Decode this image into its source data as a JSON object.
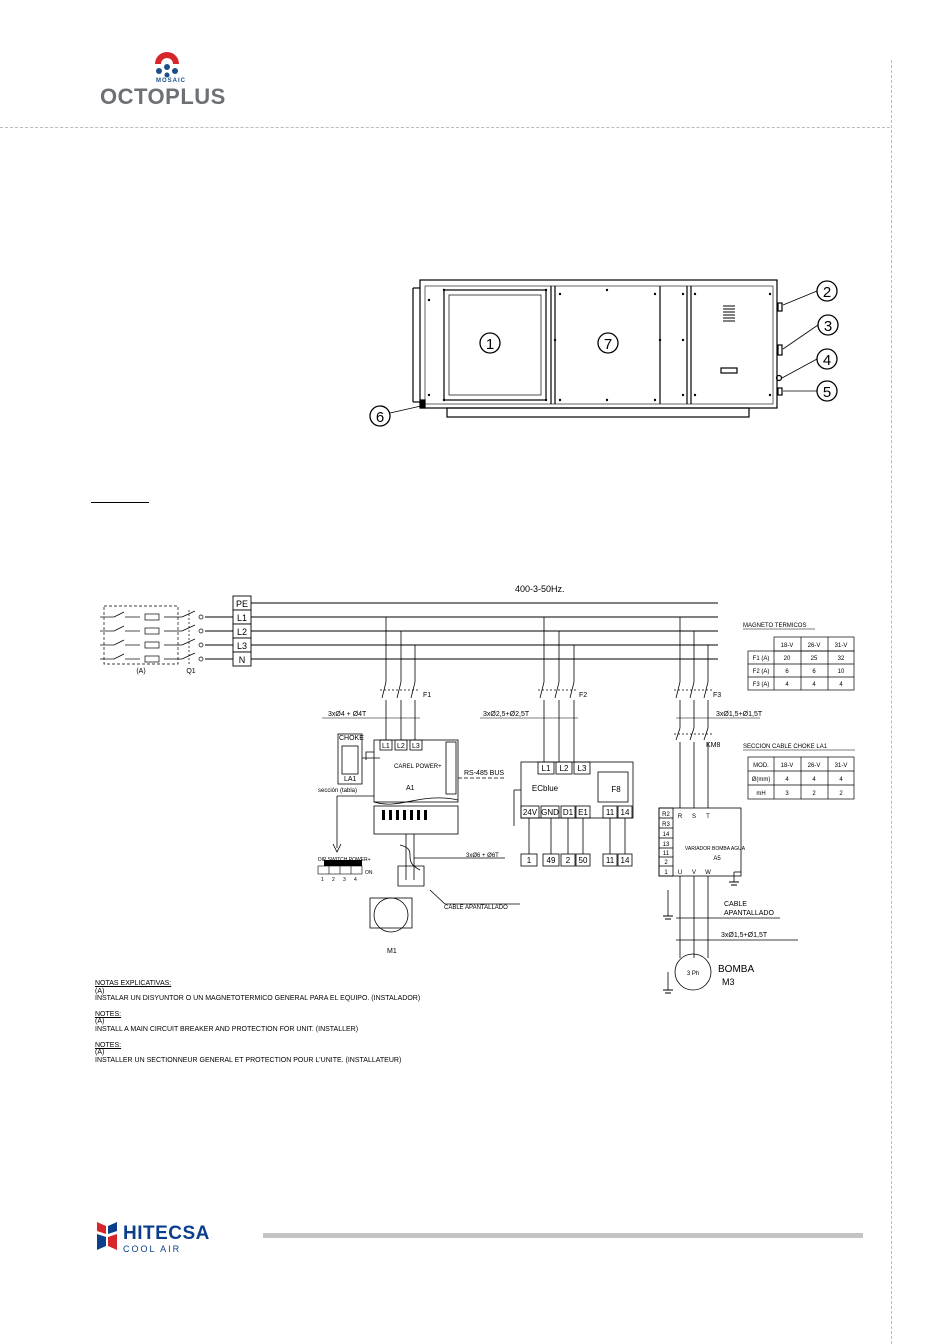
{
  "header": {
    "brand_small": "MOSAIC",
    "brand_main": "OCTOPLUS"
  },
  "unit_callouts": [
    "1",
    "7",
    "2",
    "3",
    "4",
    "5",
    "6"
  ],
  "schematic": {
    "supply": "400-3-50Hz.",
    "bus_terminals": [
      "PE",
      "L1",
      "L2",
      "L3",
      "N"
    ],
    "breaker_group_label": "(A)",
    "main_switch_label": "Q1",
    "fuses": [
      "F1",
      "F2",
      "F3"
    ],
    "cable_f1": "3xØ4 + Ø4T",
    "cable_f2": "3xØ2,5+Ø2,5T",
    "cable_f3": "3xØ1,5+Ø1,5T",
    "choke_label": "CHOKE",
    "la1_label": "LA1",
    "choke_section": "sección (tabla)",
    "drive_terminals": [
      "L1",
      "L2",
      "L3"
    ],
    "drive_name": "CAREL POWER+",
    "drive_tag": "A1",
    "rs485": "RS-485 BUS",
    "dip_label": "DIP SWITCH POWER+",
    "dip_numbers": [
      "1",
      "2",
      "3",
      "4"
    ],
    "dip_on": "ON",
    "motor_cable": "3xØ6 + Ø6T",
    "shielded_cable": "CABLE APANTALLADO",
    "motor1": "M1",
    "ecblue_top": [
      "L1",
      "L2",
      "L3"
    ],
    "ecblue_name": "ECblue",
    "ecblue_fuse": "F8",
    "ecblue_terms": [
      "24V",
      "GND",
      "D1",
      "E1",
      "11",
      "14"
    ],
    "ecblue_bottom": [
      "1",
      "49",
      "2",
      "50",
      "11",
      "14"
    ],
    "contactor": "KM8",
    "pump_side_terms": [
      "R2",
      "R3",
      "14",
      "13",
      "11",
      "2",
      "1"
    ],
    "pump_top": [
      "R",
      "S",
      "T"
    ],
    "pump_bottom": [
      "U",
      "V",
      "W"
    ],
    "pump_text": "VARIADOR BOMBA AGUA",
    "pump_tag": "A5",
    "shielded_cable_2_line1": "CABLE",
    "shielded_cable_2_line2": "APANTALLADO",
    "pump_cable": "3xØ1,5+Ø1,5T",
    "pump_motor_text": "3 Ph",
    "pump_name": "BOMBA",
    "pump_motor": "M3",
    "breaker_table": {
      "title": "MAGNETO TERMICOS",
      "columns": [
        "18-V",
        "26-V",
        "31-V"
      ],
      "rows": [
        {
          "label": "F1 (A)",
          "values": [
            "20",
            "25",
            "32"
          ]
        },
        {
          "label": "F2 (A)",
          "values": [
            "6",
            "6",
            "10"
          ]
        },
        {
          "label": "F3 (A)",
          "values": [
            "4",
            "4",
            "4"
          ]
        }
      ]
    },
    "choke_table": {
      "title": "SECCION CABLE CHOKE LA1",
      "columns": [
        "MOD.",
        "18-V",
        "26-V",
        "31-V"
      ],
      "rows": [
        {
          "label": "Ø(mm)",
          "values": [
            "4",
            "4",
            "4"
          ]
        },
        {
          "label": "mH",
          "values": [
            "3",
            "2",
            "2"
          ]
        }
      ]
    }
  },
  "notes": {
    "es_title": "NOTAS EXPLICATIVAS:",
    "es_ref": "(A)",
    "es_text": "INSTALAR UN DISYUNTOR O UN MAGNETOTERMICO GENERAL PARA EL EQUIPO. (INSTALADOR)",
    "en_title": "NOTES:",
    "en_ref": "(A)",
    "en_text": "INSTALL A MAIN CIRCUIT BREAKER AND PROTECTION FOR UNIT. (INSTALLER)",
    "fr_title": "NOTES:",
    "fr_ref": "(A)",
    "fr_text": "INSTALLER UN SECTIONNEUR GENERAL ET PROTECTION POUR L'UNITE. (INSTALLATEUR)"
  },
  "footer": {
    "brand": "HITECSA",
    "sub": "COOL AIR"
  }
}
